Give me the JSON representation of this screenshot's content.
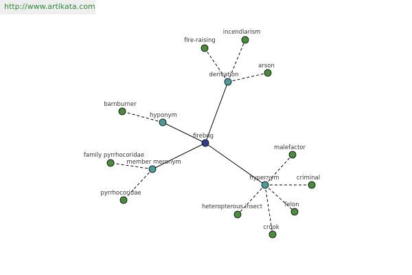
{
  "watermark": "http://www.artikata.com",
  "colors": {
    "root": "#2c3e8c",
    "relation": "#4d9a9a",
    "leaf": "#4a8c3c",
    "stroke": "#000000"
  },
  "graph": {
    "root": {
      "id": "firebug",
      "label": "firebug"
    },
    "relations": [
      {
        "id": "derivation",
        "label": "derivation"
      },
      {
        "id": "hyponym",
        "label": "hyponym"
      },
      {
        "id": "member-meronym",
        "label": "member meronym"
      },
      {
        "id": "hypernym",
        "label": "hypernym"
      }
    ],
    "leaves": [
      {
        "id": "fire-raising",
        "label": "fire-raising",
        "parent": "derivation"
      },
      {
        "id": "incendiarism",
        "label": "incendiarism",
        "parent": "derivation"
      },
      {
        "id": "arson",
        "label": "arson",
        "parent": "derivation"
      },
      {
        "id": "barnburner",
        "label": "barnburner",
        "parent": "hyponym"
      },
      {
        "id": "family-pyrrhocoridae",
        "label": "family pyrrhocoridae",
        "parent": "member-meronym"
      },
      {
        "id": "pyrrhocoridae",
        "label": "pyrrhocoridae",
        "parent": "member-meronym"
      },
      {
        "id": "malefactor",
        "label": "malefactor",
        "parent": "hypernym"
      },
      {
        "id": "criminal",
        "label": "criminal",
        "parent": "hypernym"
      },
      {
        "id": "heteropterous-insect",
        "label": "heteropterous insect",
        "parent": "hypernym"
      },
      {
        "id": "felon",
        "label": "felon",
        "parent": "hypernym"
      },
      {
        "id": "crook",
        "label": "crook",
        "parent": "hypernym"
      }
    ]
  }
}
